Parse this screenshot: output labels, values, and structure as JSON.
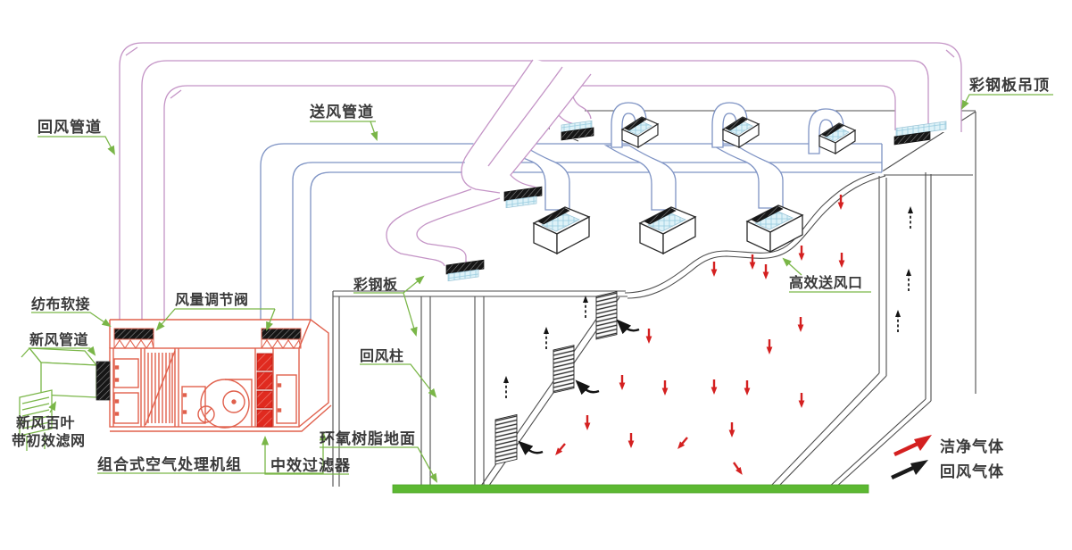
{
  "diagram": {
    "labels": {
      "return_duct": "回风管道",
      "supply_duct": "送风管道",
      "ceiling_panel": "彩钢板吊顶",
      "flex_connector": "纺布软接",
      "fresh_air_duct": "新风管道",
      "volume_damper": "风量调节阀",
      "fresh_air_louver_line1": "新风百叶",
      "fresh_air_louver_line2": "带初效滤网",
      "ahu": "组合式空气处理机组",
      "medium_filter": "中效过滤器",
      "steel_panel": "彩钢板",
      "return_column": "回风柱",
      "epoxy_floor": "环氧树脂地面",
      "hepa_outlet": "高效送风口"
    },
    "legend": {
      "clean_air": "洁净气体",
      "return_air": "回风气体"
    },
    "colors": {
      "return_duct_line": "#c494c6",
      "supply_duct_line": "#7e93c4",
      "ahu_line": "#e0604c",
      "filter_fill": "#e02a1f",
      "label_green": "#7ab648",
      "floor_green": "#5cb832",
      "hepa_filter_fill": "#def2f8",
      "clean_air_arrow": "#d42020",
      "return_air_arrow": "#1a1a1a"
    }
  }
}
